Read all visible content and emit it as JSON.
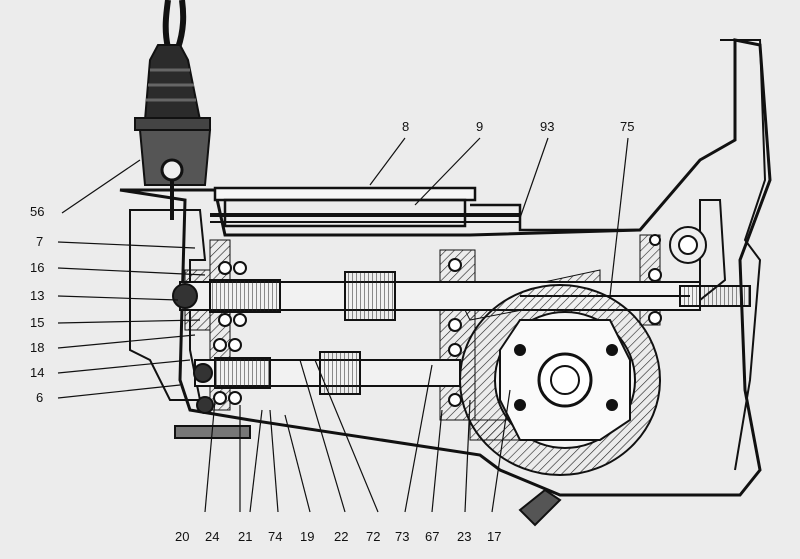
{
  "callouts": {
    "c56": "56",
    "c8": "8",
    "c9": "9",
    "c93": "93",
    "c75": "75",
    "c7": "7",
    "c16": "16",
    "c13": "13",
    "c15": "15",
    "c18": "18",
    "c14": "14",
    "c6": "6",
    "c20": "20",
    "c24": "24",
    "c21": "21",
    "c74": "74",
    "c19": "19",
    "c22": "22",
    "c72": "72",
    "c73": "73",
    "c67": "67",
    "c23": "23",
    "c17": "17"
  }
}
